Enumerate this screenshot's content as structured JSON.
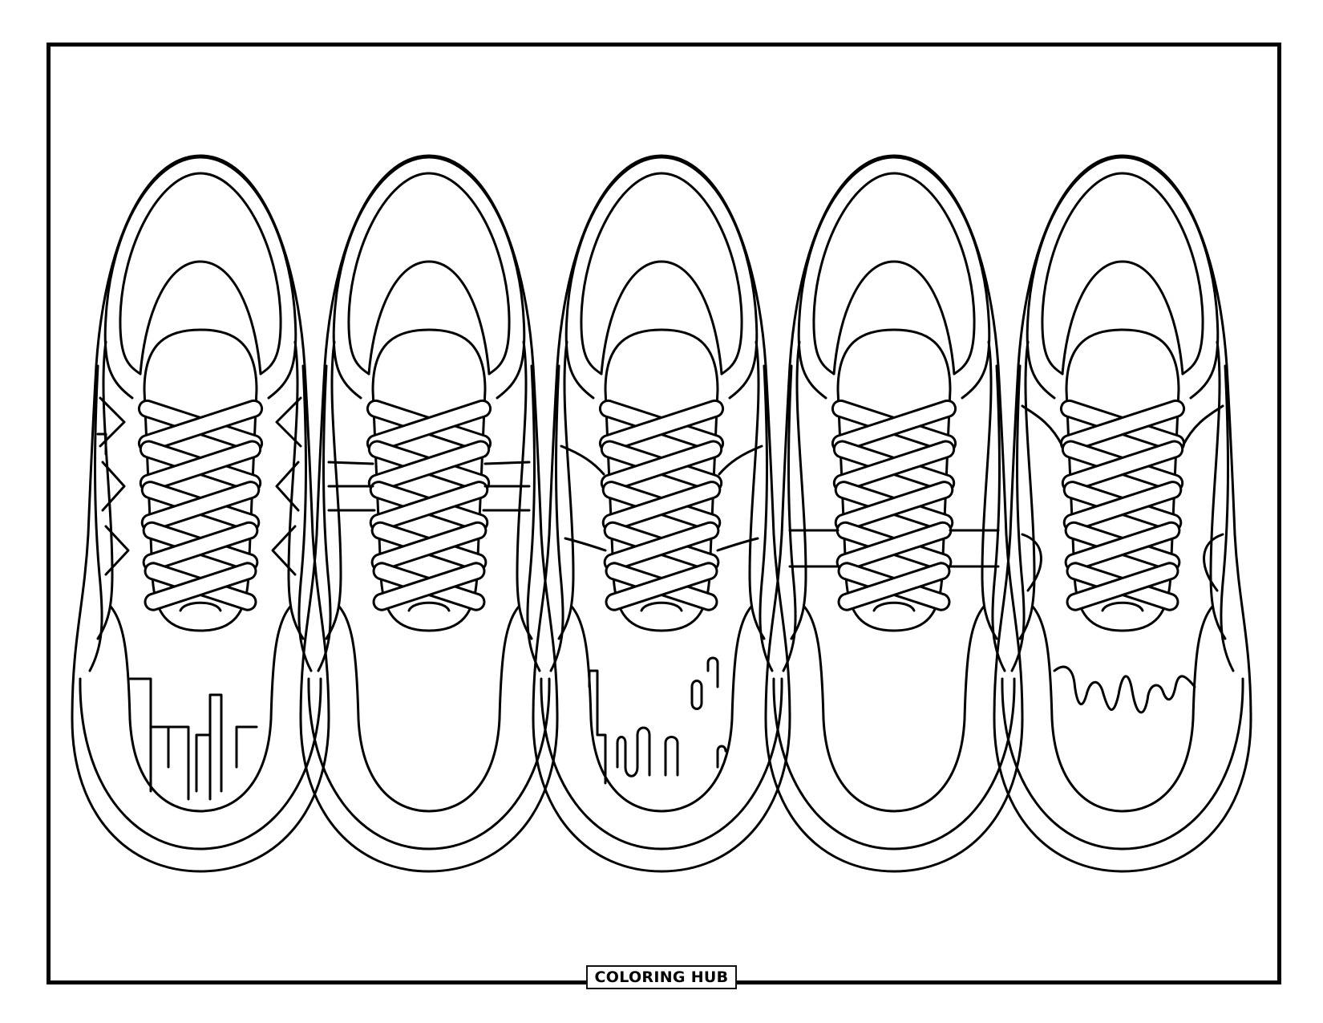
{
  "page": {
    "type": "coloring-page",
    "subject": "Five sneakers viewed from above, outline line art",
    "background": "#ffffff",
    "line_color": "#000000"
  },
  "badge": {
    "label": "COLORING HUB"
  },
  "shoes": [
    {
      "index": 1,
      "pattern": "diagonal-chevrons-and-city-skyline"
    },
    {
      "index": 2,
      "pattern": "horizontal-side-stripes"
    },
    {
      "index": 3,
      "pattern": "single-curved-band-and-dripping-bars"
    },
    {
      "index": 4,
      "pattern": "horizontal-band"
    },
    {
      "index": 5,
      "pattern": "wavy-side-lines-and-drip-wave"
    }
  ]
}
